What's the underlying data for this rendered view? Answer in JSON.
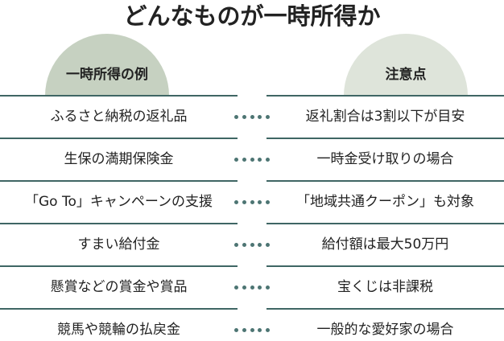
{
  "title": "どんなものが一時所得か",
  "headers": {
    "left": "一時所得の例",
    "right": "注意点"
  },
  "rows": [
    {
      "example": "ふるさと納税の返礼品",
      "note": "返礼割合は3割以下が目安"
    },
    {
      "example": "生保の満期保険金",
      "note": "一時金受け取りの場合"
    },
    {
      "example": "「Go To」キャンペーンの支援",
      "note": "「地域共通クーポン」も対象"
    },
    {
      "example": "すまい給付金",
      "note": "給付額は最大50万円"
    },
    {
      "example": "懸賞などの賞金や賞品",
      "note": "宝くじは非課税"
    },
    {
      "example": "競馬や競輪の払戻金",
      "note": "一般的な愛好家の場合"
    }
  ],
  "colors": {
    "line": "#3f6664",
    "left_header": "#c6d1c1",
    "right_header": "#dee4da"
  }
}
